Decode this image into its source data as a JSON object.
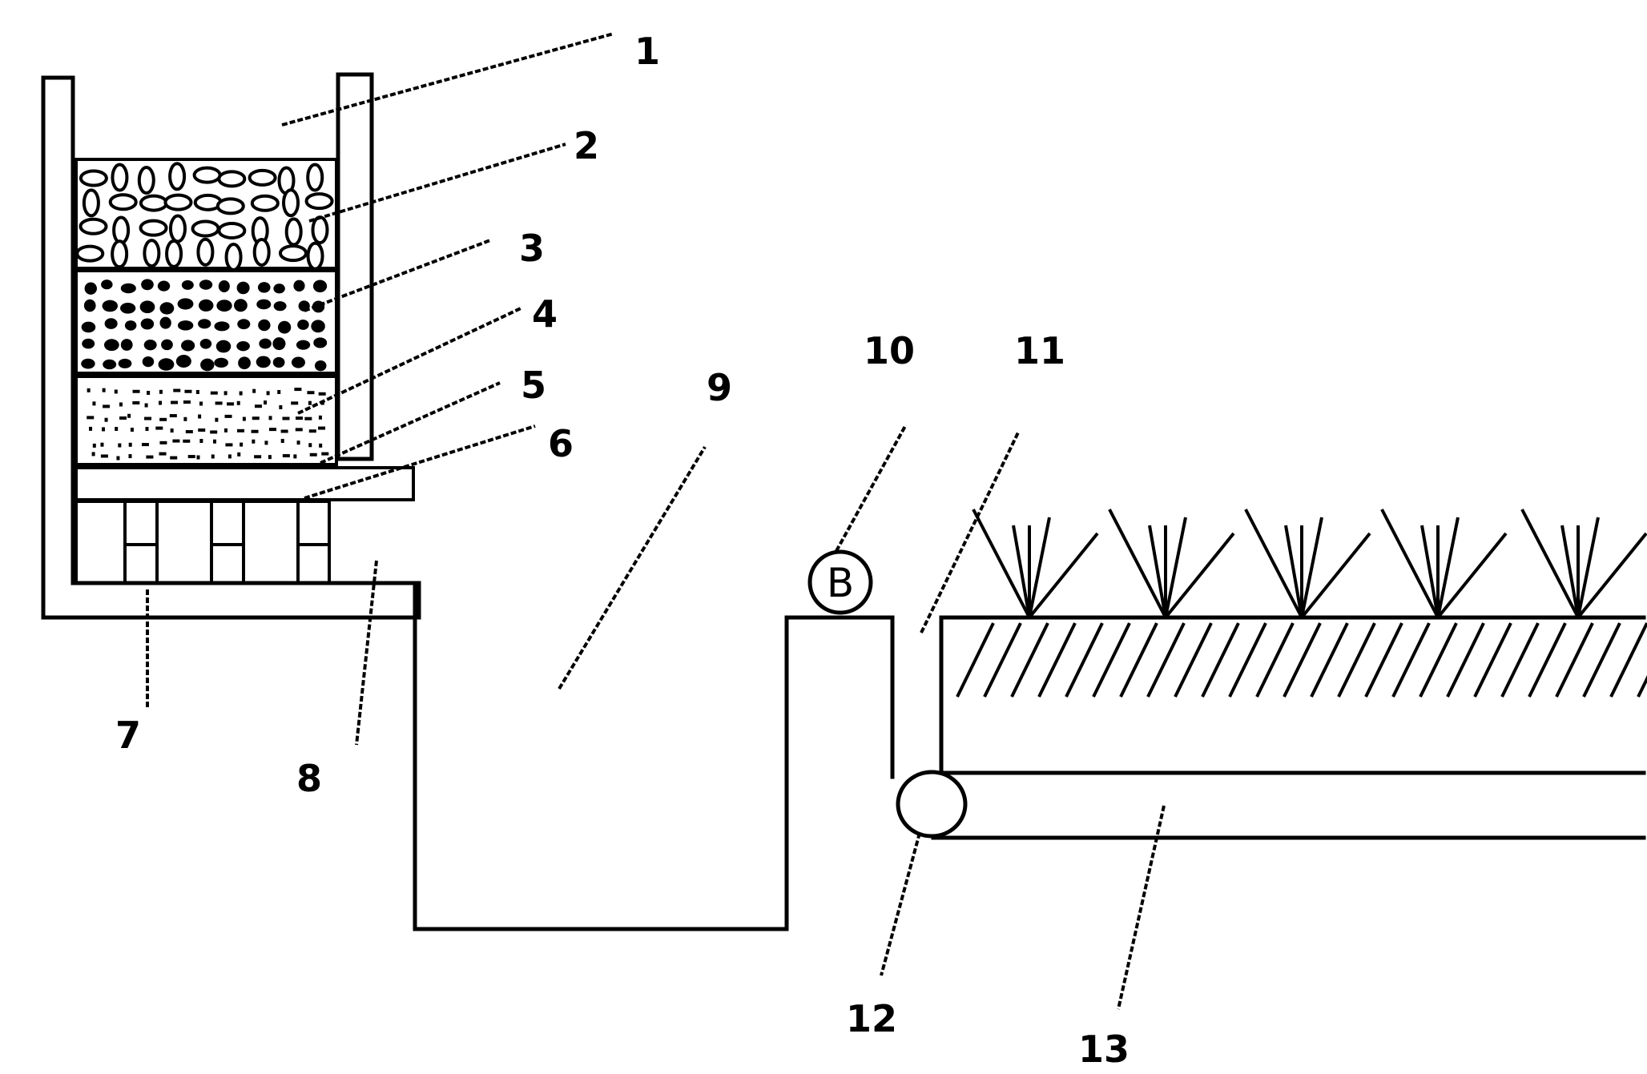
{
  "labels": [
    {
      "key": "l1",
      "text": "1"
    },
    {
      "key": "l2",
      "text": "2"
    },
    {
      "key": "l3",
      "text": "3"
    },
    {
      "key": "l4",
      "text": "4"
    },
    {
      "key": "l5",
      "text": "5"
    },
    {
      "key": "l6",
      "text": "6"
    },
    {
      "key": "l7",
      "text": "7"
    },
    {
      "key": "l8",
      "text": "8"
    },
    {
      "key": "l9",
      "text": "9"
    },
    {
      "key": "l10",
      "text": "10"
    },
    {
      "key": "l11",
      "text": "11"
    },
    {
      "key": "l12",
      "text": "12"
    },
    {
      "key": "l13",
      "text": "13"
    }
  ],
  "pump_symbol": "B"
}
